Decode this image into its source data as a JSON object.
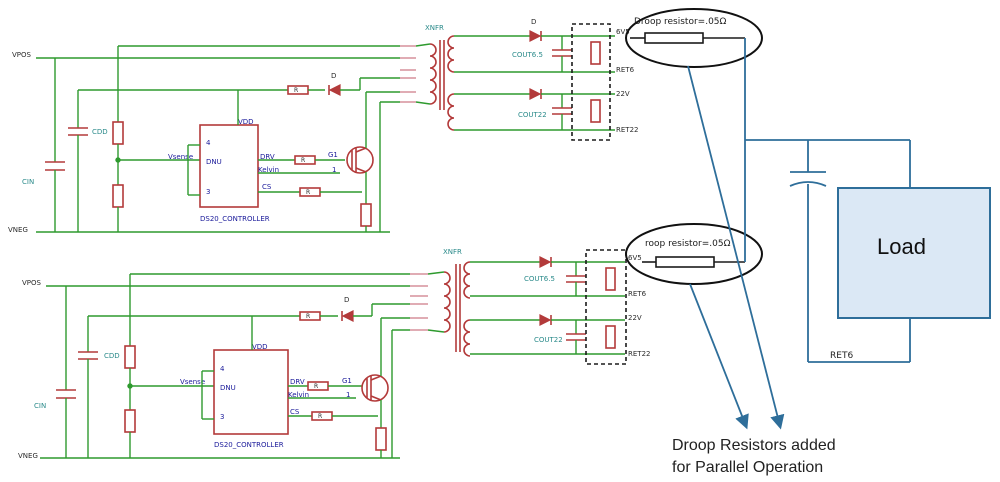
{
  "nets": {
    "vpos": "VPOS",
    "vneg": "VNEG",
    "vdd": "VDD",
    "vsense": "Vsense",
    "dnu": "DNU",
    "drv": "DRV",
    "kelvin": "Kelvin",
    "cs": "CS",
    "g1": "G1",
    "pin4": "4",
    "pin3": "3",
    "pin1": "1"
  },
  "components": {
    "controller": "DS20_CONTROLLER",
    "xfmr": "XNFR",
    "cdd": "CDD",
    "cin": "CIN",
    "diode": "D",
    "resistor": "R",
    "cout65": "COUT6.5",
    "cout22": "COUT22"
  },
  "outputs": {
    "v6": "6V5",
    "ret6": "RET6",
    "v22": "22V",
    "ret22": "RET22"
  },
  "callouts": {
    "droop_top": "Droop resistor=.05Ω",
    "droop_bottom": "roop resistor=.05Ω",
    "note_line1": "Droop Resistors added",
    "note_line2": "for Parallel Operation"
  },
  "load": {
    "label": "Load",
    "ret_label": "RET6"
  },
  "colors": {
    "wire": "#2e9a2e",
    "component": "#b33a3a",
    "bus": "#2e6e9a",
    "load_fill": "#dbe8f5"
  }
}
